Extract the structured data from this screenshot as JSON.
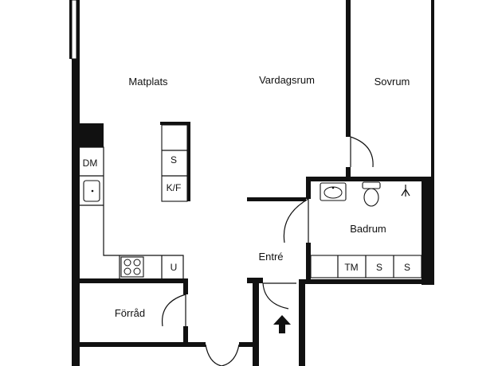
{
  "rooms": {
    "matplats": "Matplats",
    "vardagsrum": "Vardagsrum",
    "sovrum": "Sovrum",
    "badrum": "Badrum",
    "entre": "Entré",
    "forrad": "Förråd"
  },
  "fixtures": {
    "dishwasher": "DM",
    "island_s": "S",
    "island_kf": "K/F",
    "oven": "U",
    "laundry_tm": "TM",
    "laundry_s1": "S",
    "laundry_s2": "S"
  },
  "icons": {
    "entrance": "entrance-arrow-icon",
    "sink": "sink-icon",
    "toilet": "toilet-icon",
    "shower": "shower-icon",
    "stove": "stove-icon",
    "kitchen_sink": "kitchen-sink-icon"
  },
  "colors": {
    "wall": "#111111",
    "background": "#ffffff"
  }
}
